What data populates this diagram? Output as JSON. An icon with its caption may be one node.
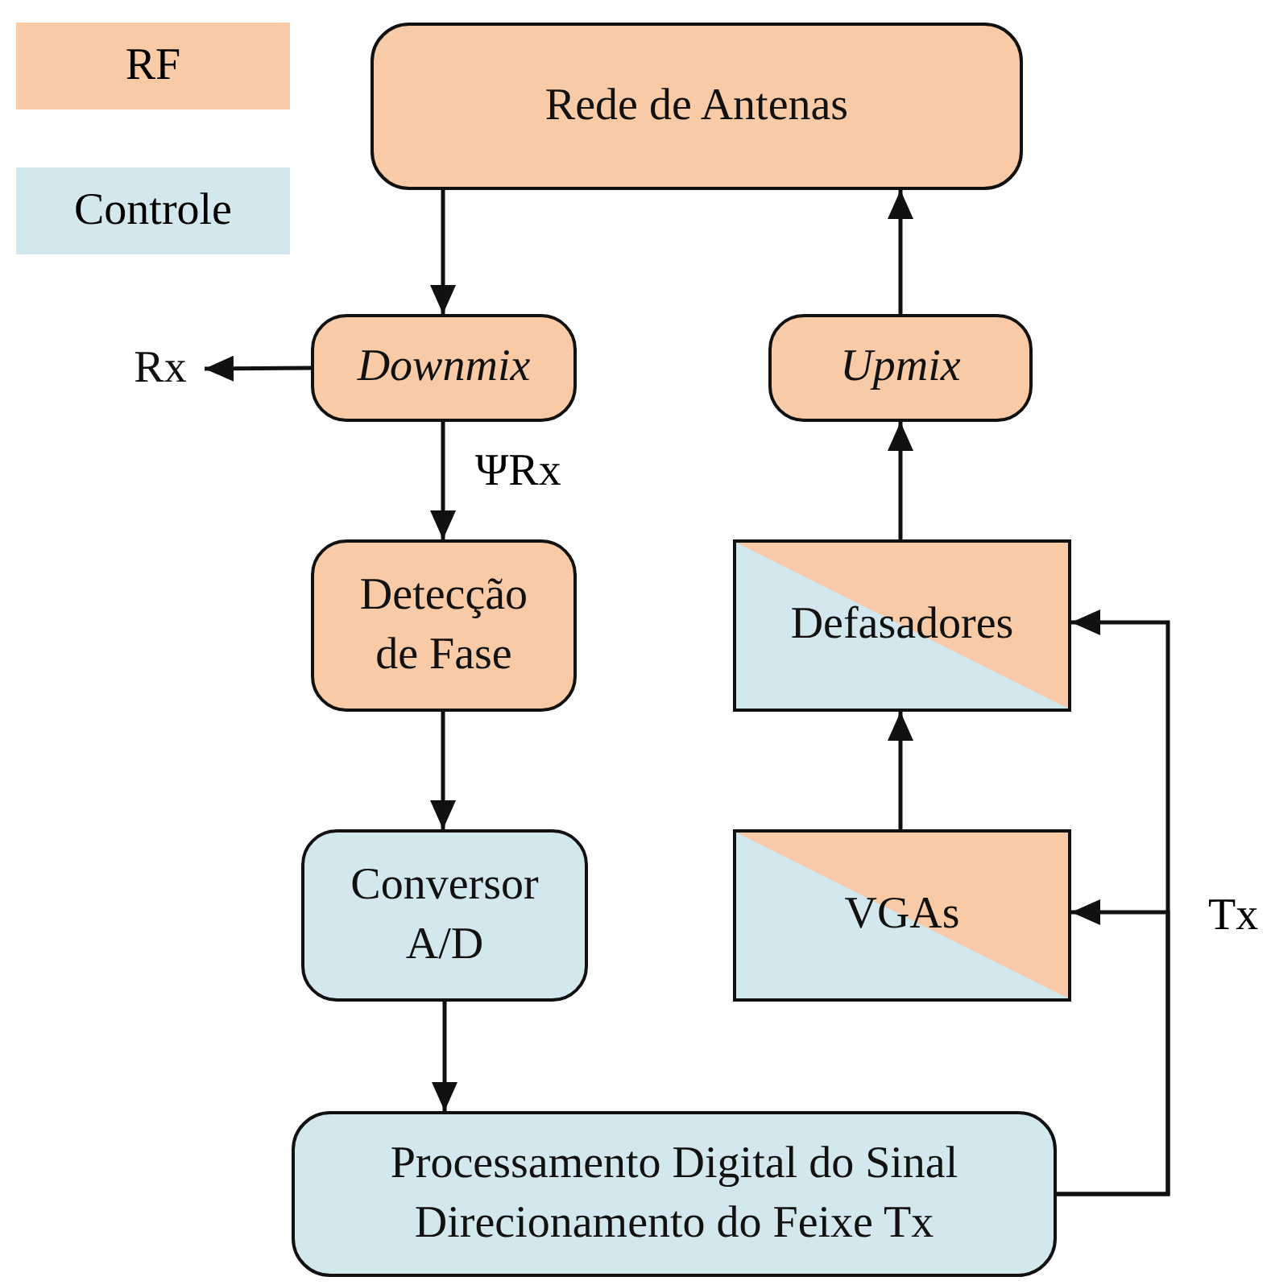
{
  "diagram": {
    "nodes": [
      {
        "text": [
          "Rede de Antenas"
        ]
      },
      {
        "text": [
          "Downmix"
        ]
      },
      {
        "text": [
          "Upmix"
        ]
      },
      {
        "text": [
          "Detecção de Fase"
        ]
      },
      {
        "text": [
          "Defasadores"
        ]
      },
      {
        "text": [
          "Conversor A/D"
        ]
      },
      {
        "text": [
          "VGAs"
        ]
      },
      {
        "text": [
          "Processamento Digital do Sinal Direcionamento do Feixe Tx"
        ]
      },
      {
        "text": [
          "Rx"
        ]
      }
    ],
    "edges": [
      {
        "from": 0,
        "to": 1,
        "arrow": "to"
      },
      {
        "from": 2,
        "to": 0,
        "arrow": "to"
      },
      {
        "from": 1,
        "to": 8,
        "arrow": "to"
      },
      {
        "from": 1,
        "to": 3,
        "arrow": "to",
        "label": "ΨRx"
      },
      {
        "from": 3,
        "to": 5,
        "arrow": "to"
      },
      {
        "from": 5,
        "to": 7,
        "arrow": "to"
      },
      {
        "from": 7,
        "to": 4,
        "arrow": "to"
      },
      {
        "from": 7,
        "to": 6,
        "arrow": "to"
      },
      {
        "from": 6,
        "to": 4,
        "arrow": "to"
      },
      {
        "from": 4,
        "to": 2,
        "arrow": "to"
      }
    ],
    "labels": [
      "Tx"
    ],
    "legend": [
      {
        "text": "RF",
        "color": "#f8cba6"
      },
      {
        "text": "Controle",
        "color": "#d2e8ee"
      }
    ]
  }
}
